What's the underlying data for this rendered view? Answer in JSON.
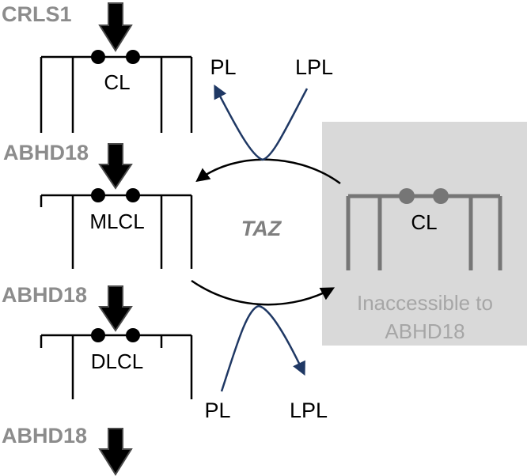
{
  "colors": {
    "enzyme_text": "#8c8c8c",
    "structure": "#000000",
    "inaccessible_panel": "#d9d9d9",
    "inaccessible_structure": "#767676",
    "inaccessible_text": "#a6a6a6",
    "pl_arrow": "#1f3864",
    "taz_text": "#7f7f7f"
  },
  "enzymes": {
    "e1": "CRLS1",
    "e2": "ABHD18",
    "e3": "ABHD18",
    "e4": "ABHD18"
  },
  "molecules": {
    "cl": "CL",
    "mlcl": "MLCL",
    "dlcl": "DLCL",
    "inaccessible_cl": "CL"
  },
  "remodeling": {
    "enzyme": "TAZ",
    "top_product": "PL",
    "top_substrate": "LPL",
    "bottom_substrate": "PL",
    "bottom_product": "LPL"
  },
  "inaccessible_panel": {
    "line1": "Inaccessible to",
    "line2": "ABHD18"
  },
  "icons": [
    "down-arrow-icon",
    "curved-arrow-icon"
  ]
}
